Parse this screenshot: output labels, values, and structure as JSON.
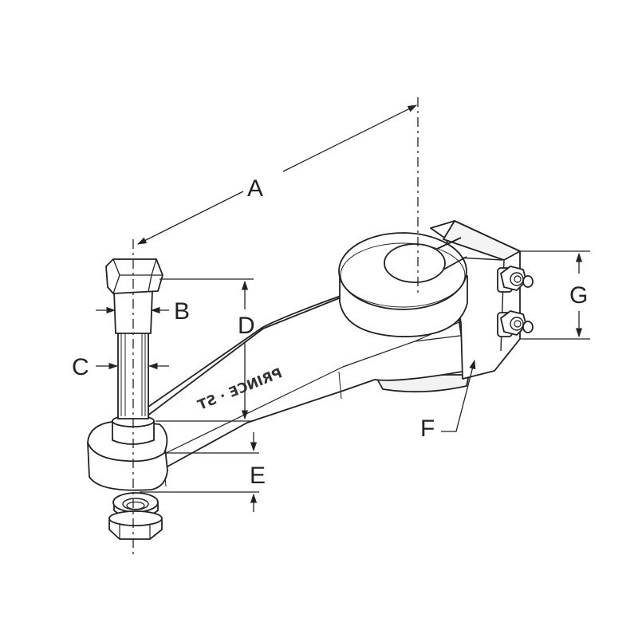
{
  "drawing": {
    "labels": {
      "A": "A",
      "B": "B",
      "C": "C",
      "D": "D",
      "E": "E",
      "F": "F",
      "G": "G"
    },
    "arm_stamp": "PRINCE · ST"
  },
  "colors": {
    "ink": "#222222",
    "part_fill": "#ffffff",
    "shade": "#eeeeee"
  }
}
